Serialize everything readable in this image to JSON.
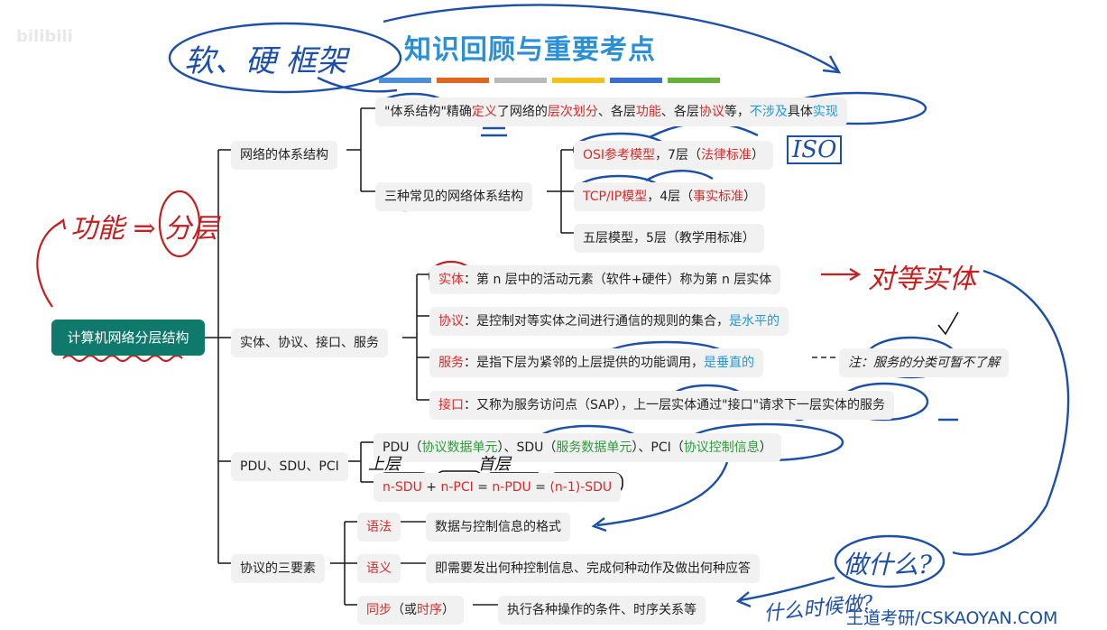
{
  "watermark": {
    "text": "bilibili"
  },
  "title": "知识回顾与重要考点",
  "color_bars": [
    "#4a90d9",
    "#e0661e",
    "#b9b9b9",
    "#f2c21b",
    "#3a6fd0",
    "#65b23a"
  ],
  "root": "计算机网络分层结构",
  "branches": {
    "b1": "网络的体系结构",
    "b2": "实体、协议、接口、服务",
    "b3": "PDU、SDU、PCI",
    "b4": "协议的三要素"
  },
  "arch": {
    "def": {
      "p1": "\"体系结构\"",
      "p2": "精确",
      "p3": "定义",
      "p4": "了网络的",
      "p5": "层次划分",
      "p6": "、各层",
      "p7": "功能",
      "p8": "、各层",
      "p9": "协议",
      "p10": "等，",
      "p11": "不涉及",
      "p12": "具体",
      "p13": "实现"
    },
    "three": "三种常见的网络体系结构",
    "osi": {
      "a": "OSI参考模型",
      "b": "，7层（",
      "c": "法律标准",
      "d": "）"
    },
    "tcp": {
      "a": "TCP/IP模型",
      "b": "，4层（",
      "c": "事实标准",
      "d": "）"
    },
    "five": "五层模型，5层（教学用标准）"
  },
  "entity": {
    "e1": {
      "k": "实体",
      "t": "：第 n 层中的活动元素（软件+硬件）称为第 n 层实体"
    },
    "e2": {
      "k": "协议",
      "t": "：是控制对等实体之间进行通信的规则的集合，",
      "b": "是水平的"
    },
    "e3": {
      "k": "服务",
      "t": "：是指下层为紧邻的上层提供的功能调用，",
      "b": "是垂直的"
    },
    "e3note": "注：服务的分类可暂不了解",
    "e4": {
      "k": "接口",
      "t": "：又称为服务访问点（SAP），上一层实体通过\"接口\"请求下一层实体的服务"
    }
  },
  "pdu": {
    "r1": {
      "a": "PDU（",
      "b": "协议数据单元",
      "c": "）、SDU（",
      "d": "服务数据单元",
      "e": "）、PCI（",
      "f": "协议控制信息",
      "g": "）"
    },
    "r2": {
      "a": "n-SDU",
      "b": " + ",
      "c": "n-PCI",
      "d": " = ",
      "e": "n-PDU",
      "f": " = ",
      "g": "(n-1)-SDU"
    }
  },
  "three_elements": {
    "s1": {
      "k": "语法",
      "v": "数据与控制信息的格式"
    },
    "s2": {
      "k": "语义",
      "v": "即需要发出何种控制信息、完成何种动作及做出何种应答"
    },
    "s3": {
      "k": "同步",
      "p": "（或",
      "q": "时序",
      "r": "）",
      "v": "执行各种操作的条件、时序关系等"
    }
  },
  "handwriting": {
    "top": "软、硬 框架",
    "func": "功能 ⇒ 分层",
    "iso": "ISO",
    "peer": "对等实体",
    "upper": "上层",
    "layer": "首层",
    "what": "做什么?",
    "when": "什么时候做?"
  },
  "footer": "王道考研/CSKAOYAN.COM"
}
